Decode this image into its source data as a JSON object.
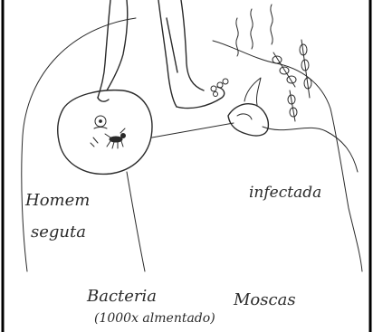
{
  "labels": {
    "homem_line1": "Homem",
    "homem_line2": "seguta",
    "infectada": "infectada",
    "bacteria_line1": "Bacteria",
    "bacteria_line2": "(1000x almentado)",
    "moscas": "Moscas"
  },
  "colors": {
    "background": "#ffffff",
    "pencil": "#2a2a2a",
    "border": "#000000"
  }
}
